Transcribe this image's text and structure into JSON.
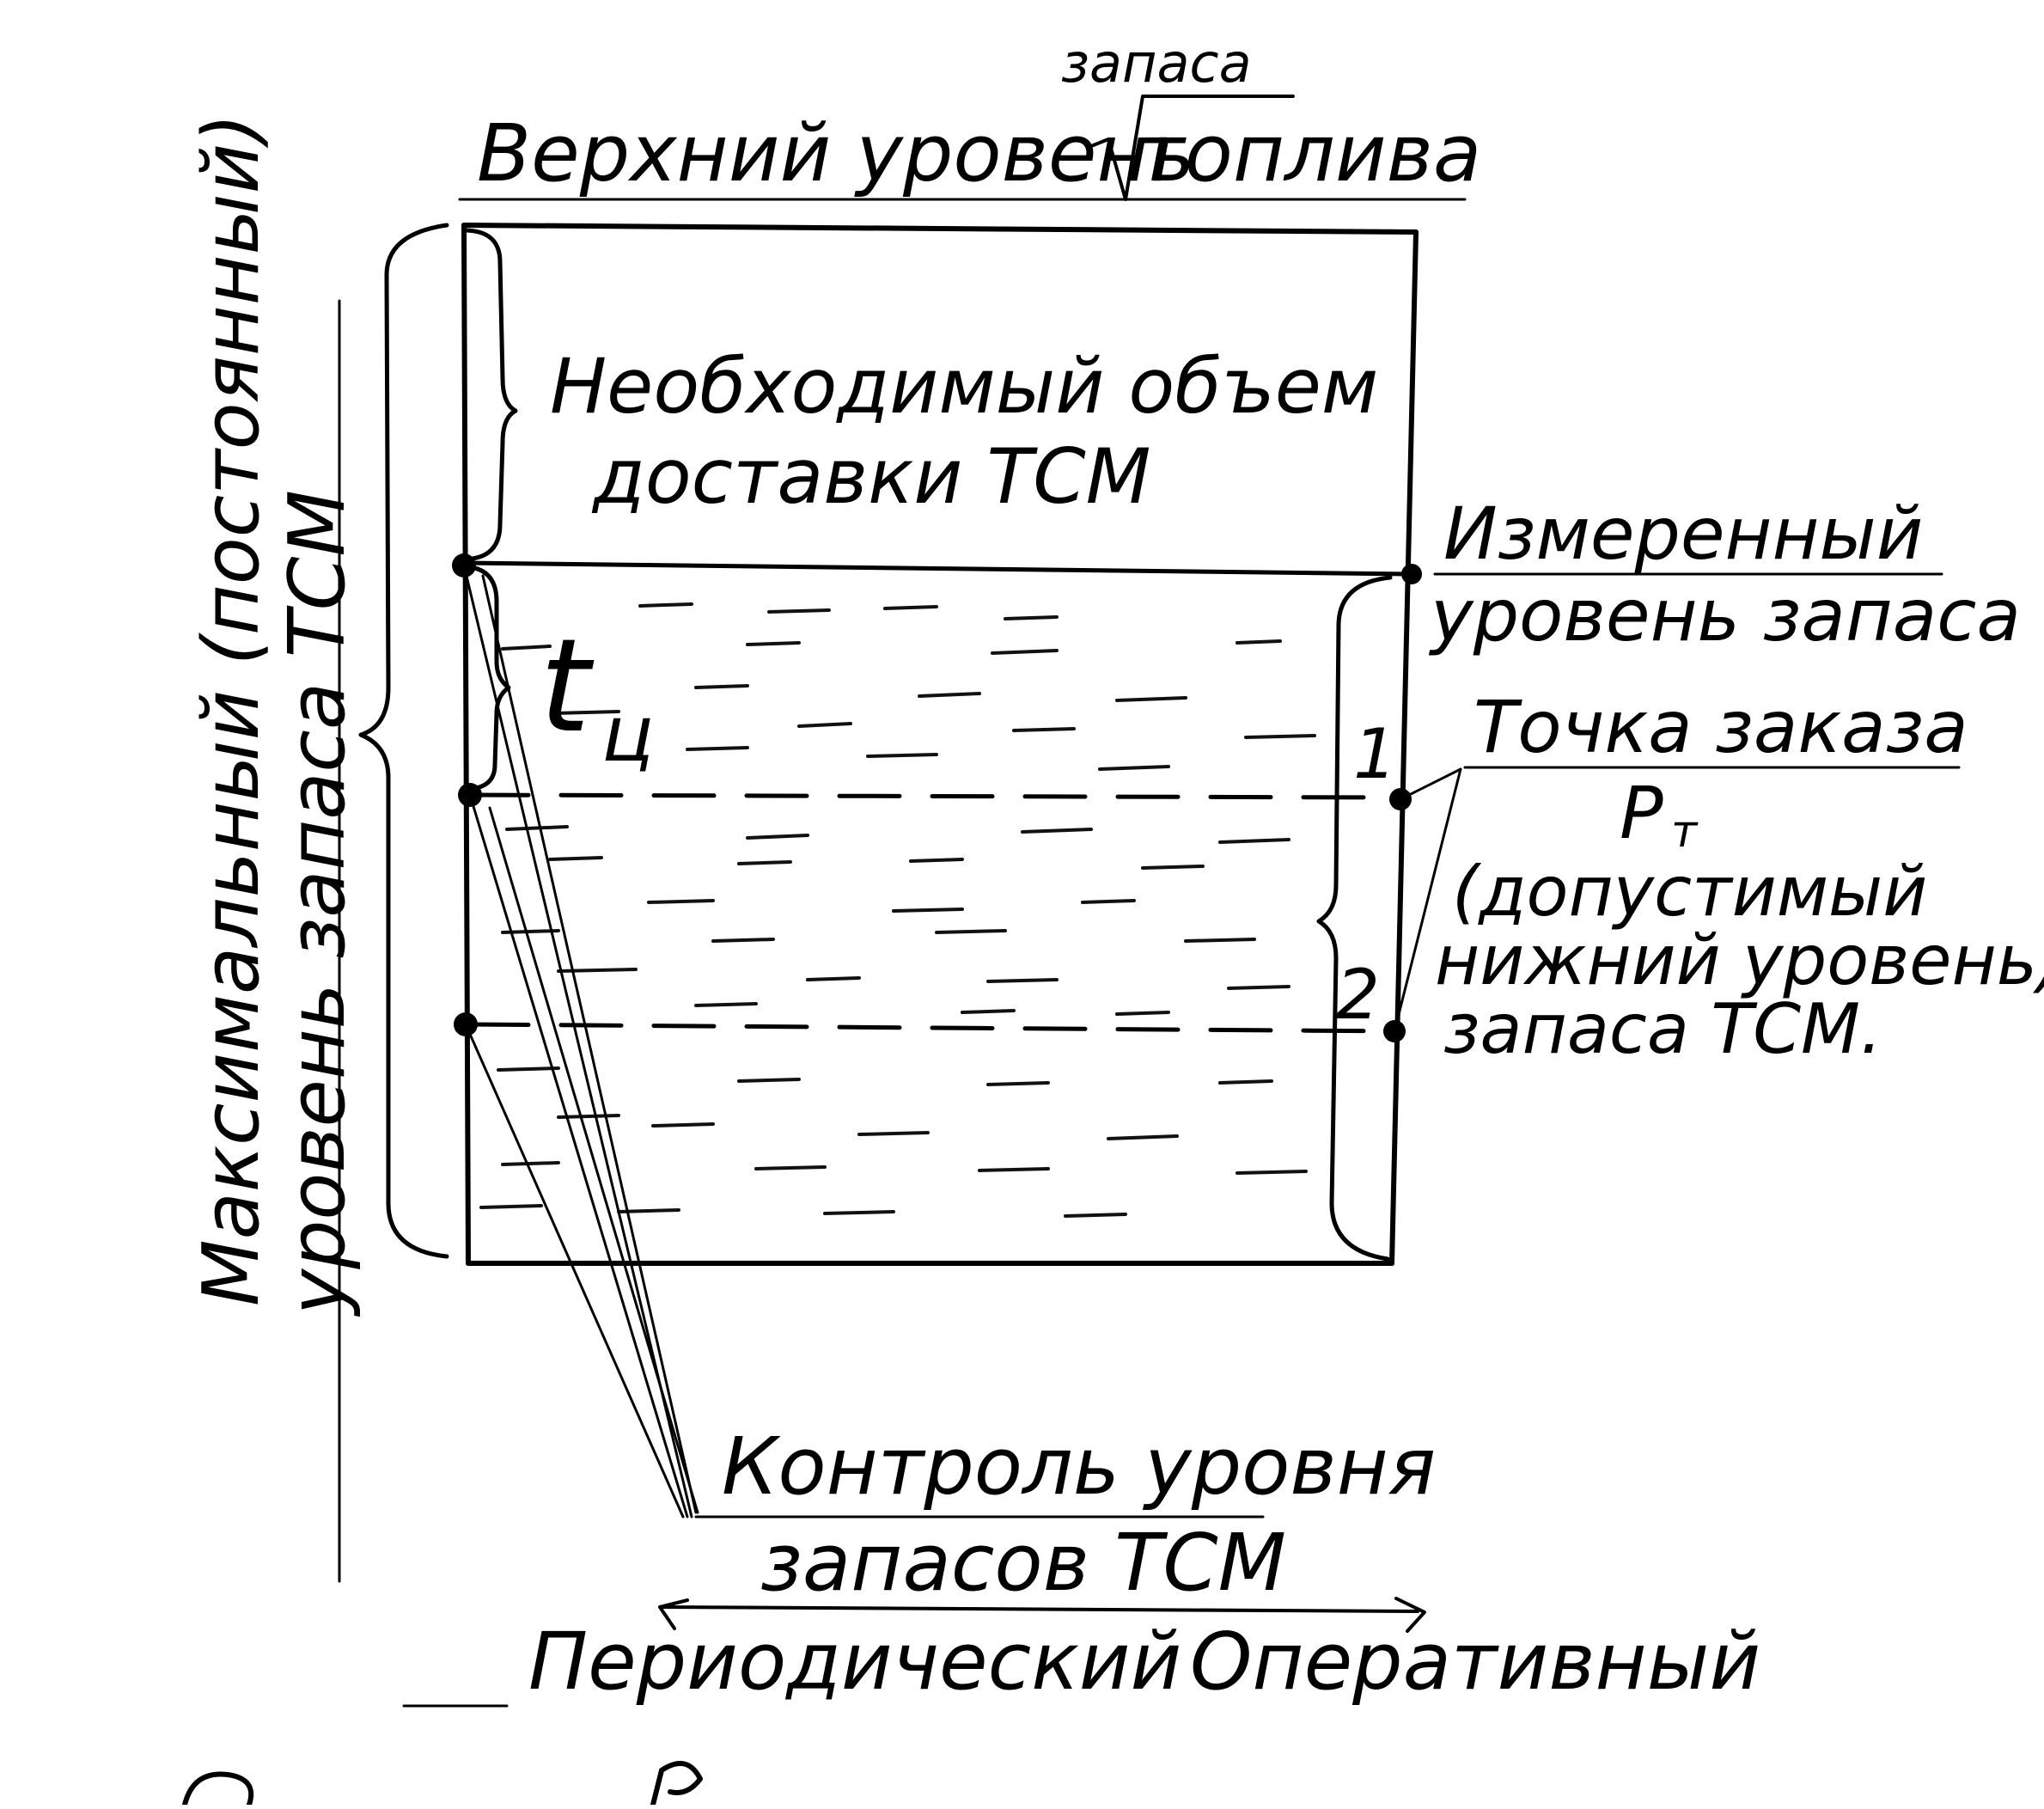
{
  "diagram": {
    "top_label": {
      "prefix": "Верхний уровень",
      "root_word": "топлива",
      "superscript": "запаса"
    },
    "volume_label": [
      "Необходимый объем",
      "доставки ТСМ"
    ],
    "measured_level": [
      "Измеренный",
      "уровень запаса"
    ],
    "tc_symbol": "t",
    "tc_subscript": "ц",
    "order_point": {
      "title": "Точка заказа",
      "symbol": "P",
      "symbol_subscript": "т",
      "note": [
        "(допустимый",
        "нижний уровень)",
        "запаса ТСМ."
      ]
    },
    "max_level_label": [
      "Максимальный (постоянный)",
      "уровень запаса ТСМ"
    ],
    "markers": [
      "1",
      "2"
    ],
    "control_label": [
      "Контроль уровня",
      "запасов ТСМ"
    ],
    "modes": [
      "Периодический",
      "Оперативный"
    ]
  },
  "colors": {
    "ink": "#000000",
    "paper": "#ffffff"
  }
}
